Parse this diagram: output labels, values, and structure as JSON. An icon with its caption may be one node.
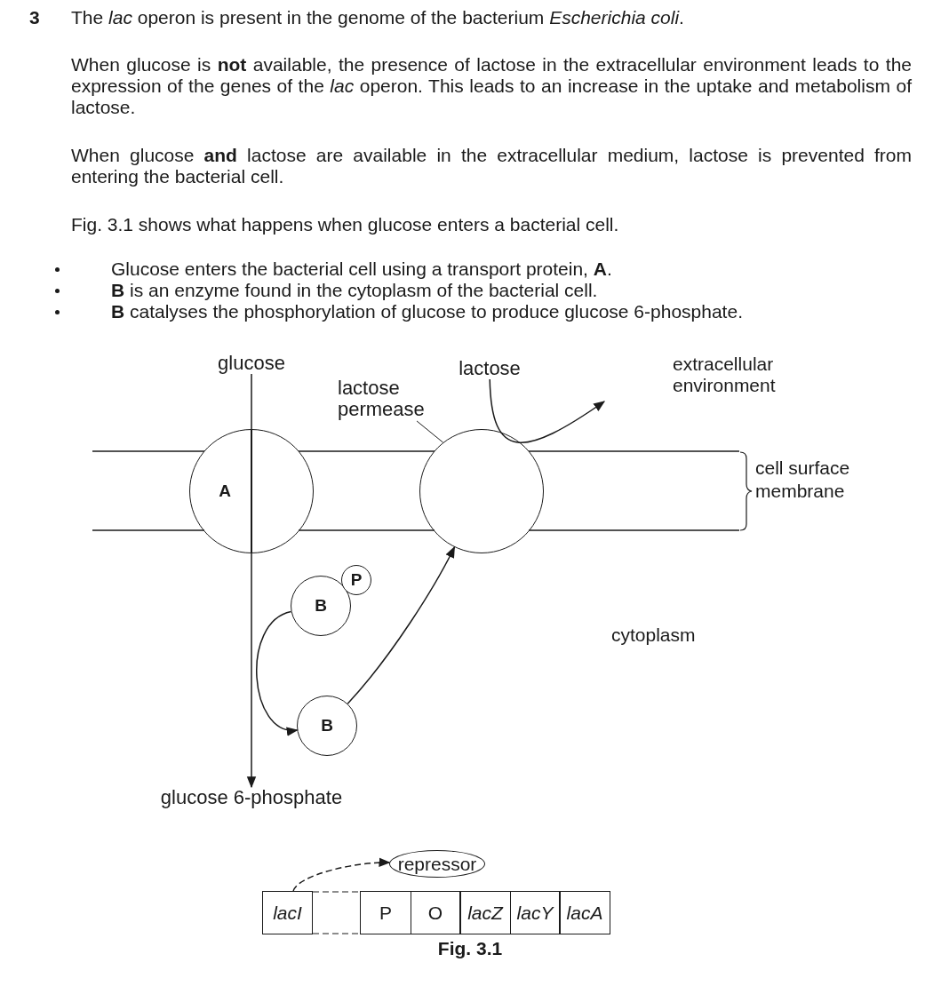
{
  "diagram": {
    "caption": "Fig. 3.1",
    "nodes": [
      {
        "text": [
          "glucose"
        ]
      },
      {
        "text": [
          "A"
        ]
      },
      {
        "text": [
          "lactose permease"
        ]
      },
      {
        "text": [],
        "shape": "circle"
      },
      {
        "text": [
          "lactose"
        ]
      },
      {
        "text": [
          "B"
        ]
      },
      {
        "text": [
          "P"
        ]
      },
      {
        "text": [
          "B"
        ]
      },
      {
        "text": [
          "glucose 6-phosphate"
        ]
      },
      {
        "text": [
          "lacI"
        ]
      },
      {
        "text": [
          "P"
        ]
      },
      {
        "text": [
          "O"
        ]
      },
      {
        "text": [
          "lacZ"
        ]
      },
      {
        "text": [
          "lacY"
        ]
      },
      {
        "text": [
          "lacA"
        ]
      },
      {
        "text": [
          "repressor"
        ]
      }
    ],
    "edges": [
      {
        "from": 0,
        "to": 1,
        "arrow": "none"
      },
      {
        "from": 1,
        "to": 8,
        "arrow": "to"
      },
      {
        "from": 2,
        "to": 3,
        "arrow": "none"
      },
      {
        "from": 4,
        "to": null,
        "arrow": "to"
      },
      {
        "from": 5,
        "to": 7,
        "arrow": "to"
      },
      {
        "from": 7,
        "to": 3,
        "arrow": "to"
      },
      {
        "from": 9,
        "to": 15,
        "arrow": "to",
        "style": "dashed"
      }
    ],
    "labels": [
      "3",
      "The *lac* operon is present in the genome of the bacterium *Escherichia coli*.",
      "When glucose is **not** available, the presence of lactose in the extracellular environment leads to the expression of the genes of the *lac* operon. This leads to an increase in the uptake and metabolism of lactose.",
      "When glucose **and** lactose are available in the extracellular medium, lactose is prevented from entering the bacterial cell.",
      "Fig. 3.1 shows what happens when glucose enters a bacterial cell.",
      "Glucose enters the bacterial cell using a transport protein, **A**.",
      "**B** is an enzyme found in the cytoplasm of the bacterial cell.",
      "**B** catalyses the phosphorylation of glucose to produce glucose 6-phosphate.",
      "extracellular environment",
      "cell surface membrane",
      "cytoplasm"
    ]
  }
}
